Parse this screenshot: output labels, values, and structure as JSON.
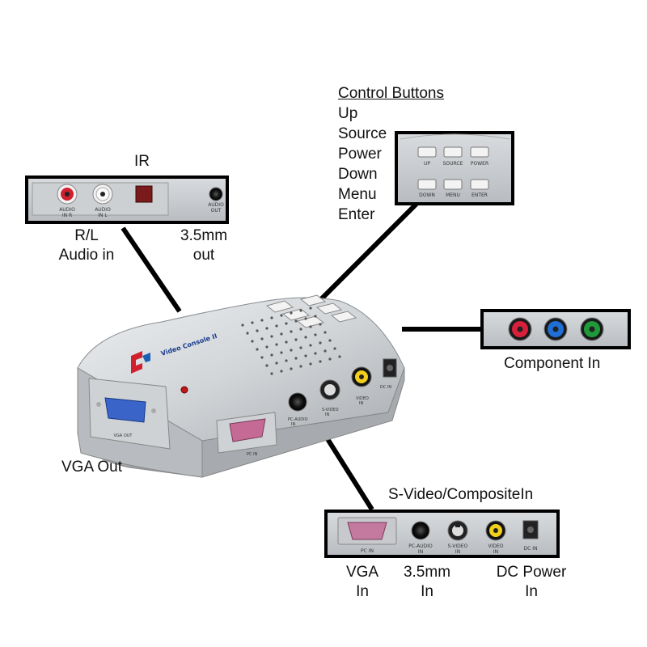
{
  "callouts": {
    "control_title": "Control Buttons",
    "control_items": [
      "Up",
      "Source",
      "Power",
      "Down",
      "Menu",
      "Enter"
    ],
    "ir": "IR",
    "rl_audio": [
      "R/L",
      "Audio in"
    ],
    "mm_out": [
      "3.5mm",
      "out"
    ],
    "component_in": "Component In",
    "vga_out": "VGA Out",
    "svideo_composite_in": "S-Video/CompositeIn",
    "vga_in": [
      "VGA",
      "In"
    ],
    "mm_in": [
      "3.5mm",
      "In"
    ],
    "dc_power_in": [
      "DC Power",
      "In"
    ]
  },
  "panels": {
    "audio": {
      "audio_in_r": [
        "AUDIO",
        "IN R"
      ],
      "audio_in_l": [
        "AUDIO",
        "IN L"
      ],
      "audio_out": [
        "AUDIO",
        "OUT"
      ]
    },
    "buttons": {
      "top": [
        "UP",
        "SOURCE",
        "POWER"
      ],
      "bottom": [
        "DOWN",
        "MENU",
        "ENTER"
      ]
    },
    "component": {
      "jack_colors": [
        "#d8203a",
        "#1f6fd6",
        "#1e9a3a"
      ]
    },
    "rear": {
      "pc_in": "PC IN",
      "pc_audio_in": [
        "PC-AUDIO",
        "IN"
      ],
      "s_video_in": [
        "S-VIDEO",
        "IN"
      ],
      "video_in": [
        "VIDEO",
        "IN"
      ],
      "dc_in": "DC IN"
    }
  },
  "device": {
    "brand": "Video Console II",
    "vga_out_label": "VGA OUT",
    "pc_in_label": "PC IN",
    "pc_audio_label": [
      "PC-AUDIO",
      "IN"
    ],
    "s_video_label": [
      "S-VIDEO",
      "IN"
    ],
    "video_label": [
      "VIDEO",
      "IN"
    ],
    "dc_label": "DC IN"
  }
}
